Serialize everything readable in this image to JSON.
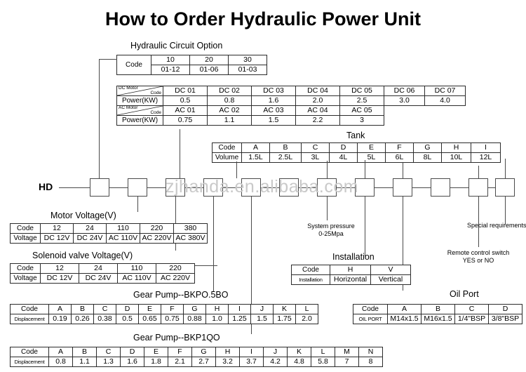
{
  "page": {
    "title": "How to Order Hydraulic Power Unit",
    "model_prefix": "HD",
    "watermark": "zjhanda.en.alibaba.com"
  },
  "hydraulic_circuit": {
    "heading": "Hydraulic Circuit Option",
    "row_label": "Code",
    "codes": [
      "10",
      "20",
      "30"
    ],
    "ranges": [
      "01-12",
      "01-06",
      "01-03"
    ]
  },
  "motor": {
    "dc_corner_top": "DC Motor",
    "dc_corner_bottom": "Code",
    "ac_corner_top": "AC Motor",
    "ac_corner_bottom": "Code",
    "power_label": "Power(KW)",
    "dc_codes": [
      "DC 01",
      "DC 02",
      "DC 03",
      "DC 04",
      "DC 05",
      "DC 06",
      "DC 07"
    ],
    "dc_power": [
      "0.5",
      "0.8",
      "1.6",
      "2.0",
      "2.5",
      "3.0",
      "4.0"
    ],
    "ac_codes": [
      "AC 01",
      "AC 02",
      "AC 03",
      "AC 04",
      "AC 05"
    ],
    "ac_power": [
      "0.75",
      "1.1",
      "1.5",
      "2.2",
      "3"
    ]
  },
  "tank": {
    "heading": "Tank",
    "row1_label": "Code",
    "row2_label": "Volume",
    "codes": [
      "A",
      "B",
      "C",
      "D",
      "E",
      "F",
      "G",
      "H",
      "I"
    ],
    "volumes": [
      "1.5L",
      "2.5L",
      "3L",
      "4L",
      "5L",
      "6L",
      "8L",
      "10L",
      "12L"
    ]
  },
  "motor_voltage": {
    "heading": "Motor Voltage(V)",
    "row1_label": "Code",
    "row2_label": "Voltage",
    "codes": [
      "12",
      "24",
      "110",
      "220",
      "380"
    ],
    "voltages": [
      "DC 12V",
      "DC 24V",
      "AC 110V",
      "AC 220V",
      "AC 380V"
    ]
  },
  "solenoid_voltage": {
    "heading": "Solenoid valve Voltage(V)",
    "row1_label": "Code",
    "row2_label": "Voltage",
    "codes": [
      "12",
      "24",
      "110",
      "220"
    ],
    "voltages": [
      "DC 12V",
      "DC 24V",
      "AC 110V",
      "AC 220V"
    ]
  },
  "gear_pump_1": {
    "heading": "Gear Pump--BKPO.5BO",
    "row1_label": "Code",
    "row2_label": "Displacement",
    "codes": [
      "A",
      "B",
      "C",
      "D",
      "E",
      "F",
      "G",
      "H",
      "I",
      "J",
      "K",
      "L"
    ],
    "displacements": [
      "0.19",
      "0.26",
      "0.38",
      "0.5",
      "0.65",
      "0.75",
      "0.88",
      "1.0",
      "1.25",
      "1.5",
      "1.75",
      "2.0"
    ]
  },
  "gear_pump_2": {
    "heading": "Gear Pump--BKP1QO",
    "row1_label": "Code",
    "row2_label": "Displacement",
    "codes": [
      "A",
      "B",
      "C",
      "D",
      "E",
      "F",
      "G",
      "H",
      "I",
      "J",
      "K",
      "L",
      "M",
      "N"
    ],
    "displacements": [
      "0.8",
      "1.1",
      "1.3",
      "1.6",
      "1.8",
      "2.1",
      "2.7",
      "3.2",
      "3.7",
      "4.2",
      "4.8",
      "5.8",
      "7",
      "8"
    ]
  },
  "installation": {
    "heading": "Installation",
    "row1_label": "Code",
    "row2_label": "Installation",
    "codes": [
      "H",
      "V"
    ],
    "values": [
      "Horizontal",
      "Vertical"
    ]
  },
  "oil_port": {
    "heading": "Oil Port",
    "row1_label": "Code",
    "row2_label": "OIL PORT",
    "codes": [
      "A",
      "B",
      "C",
      "D"
    ],
    "values": [
      "M14x1.5",
      "M16x1.5",
      "1/4\"BSP",
      "3/8\"BSP"
    ]
  },
  "system_pressure": {
    "line1": "System pressure",
    "line2": "0-25Mpa"
  },
  "remote_switch": {
    "line1": "Remote control switch",
    "line2": "YES or NO"
  },
  "special_requirements": {
    "line1": "Special requirements"
  }
}
